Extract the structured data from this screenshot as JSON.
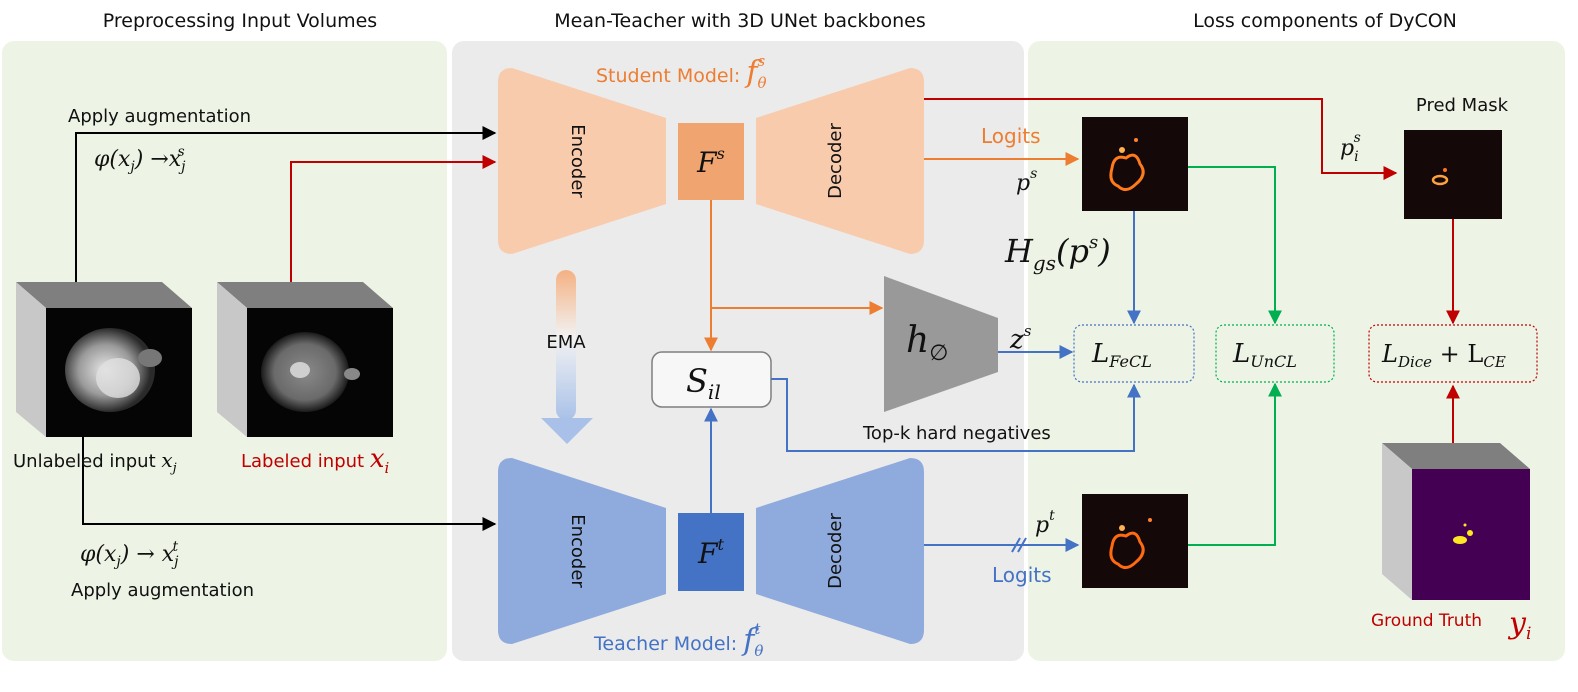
{
  "headers": {
    "left": "Preprocessing Input Volumes",
    "middle": "Mean-Teacher with 3D UNet backbones",
    "right": "Loss components of DyCON"
  },
  "left_panel": {
    "apply_aug_top": "Apply augmentation",
    "aug_student_lhs": "φ(x",
    "aug_student_sub": "j",
    "aug_student_arrow": ") →x",
    "aug_student_sup": "s",
    "aug_teacher_lhs": "φ(x",
    "aug_teacher_arrow": ") → x",
    "aug_teacher_sup": "t",
    "apply_aug_bottom": "Apply augmentation",
    "unlabeled_text": "Unlabeled input ",
    "unlabeled_var": "x",
    "unlabeled_sub": "j",
    "labeled_text": "Labeled input ",
    "labeled_var": "x",
    "labeled_sub": "i"
  },
  "middle_panel": {
    "student_text": "Student Model: ",
    "student_f": "f",
    "student_theta": "θ",
    "student_sup": "s",
    "teacher_text": "Teacher Model: ",
    "teacher_f": "f",
    "teacher_theta": "θ",
    "teacher_sup": "t",
    "encoder": "Encoder",
    "decoder": "Decoder",
    "fs_F": "F",
    "fs_sup": "s",
    "ft_F": "F",
    "ft_sup": "t",
    "ema": "EMA",
    "sil_S": "S",
    "sil_sub": "il",
    "h_var": "h",
    "h_sub": "∅"
  },
  "right_panel": {
    "logits_top": "Logits",
    "logits_bottom": "Logits",
    "ps_p": "p",
    "ps_sup": "s",
    "pt_p": "p",
    "pt_sup": "t",
    "pis_p": "p",
    "pis_sub": "i",
    "pis_sup": "s",
    "pred_mask": "Pred Mask",
    "hgs_H": "H",
    "hgs_sub": "gs",
    "hgs_arg_p": "(p",
    "hgs_arg_sup": "s",
    "hgs_close": ")",
    "zs_z": "z",
    "zs_sup": "s",
    "topk": "Top-k hard negatives",
    "fecl_L": "L",
    "fecl_sub": "FeCL",
    "uncl_L": "L",
    "uncl_sub": "UnCL",
    "dice_L": "L",
    "dice_sub": "Dice",
    "dice_plus": " + L",
    "ce_sub": "CE",
    "ground_truth": "Ground Truth",
    "gt_var": "y",
    "gt_sub": "i"
  },
  "colors": {
    "orange": "#ed7d31",
    "blue": "#4472c4",
    "red": "#c00000",
    "green": "#00b050",
    "panel_green": "#edf4e5",
    "panel_gray": "#ebebeb"
  }
}
